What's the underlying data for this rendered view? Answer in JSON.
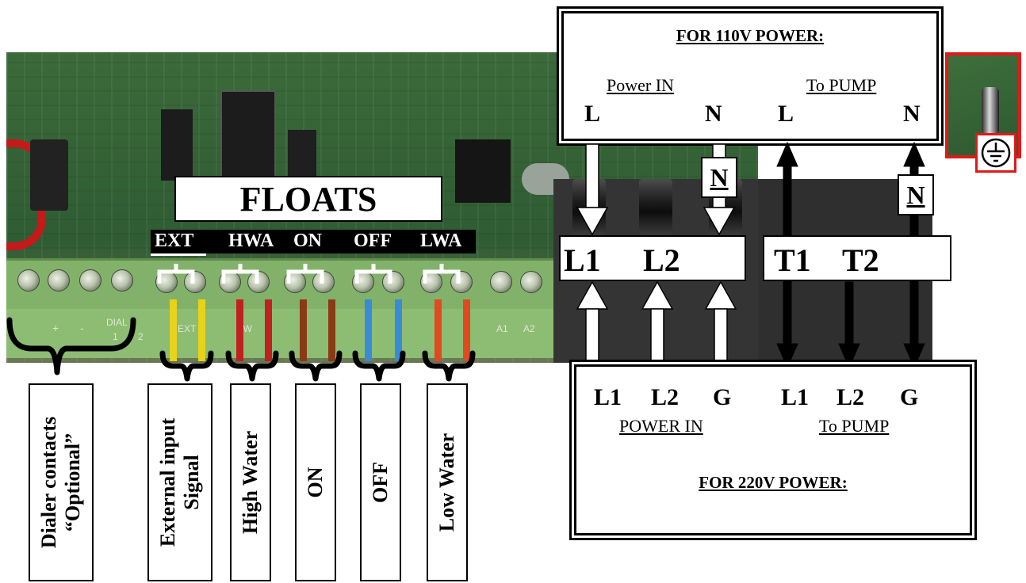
{
  "floats": {
    "title": "FLOATS",
    "terminals": [
      "EXT",
      "HWA",
      "ON",
      "OFF",
      "LWA"
    ]
  },
  "bottom_labels": {
    "dialer_line1": "Dialer contacts",
    "dialer_line2": "“Optional”",
    "ext_line1": "External input",
    "ext_line2": "Signal",
    "high_water": "High Water",
    "on": "ON",
    "off": "OFF",
    "low_water": "Low Water"
  },
  "power110": {
    "title": "FOR 110V POWER:",
    "power_in": "Power IN",
    "to_pump": "To PUMP",
    "l_in": "L",
    "n_in": "N",
    "l_pump": "L",
    "n_pump": "N"
  },
  "power220": {
    "title": "FOR 220V POWER:",
    "terms": [
      "L1",
      "L2",
      "G",
      "L1",
      "L2",
      "G"
    ],
    "power_in": "POWER IN",
    "to_pump": "To PUMP"
  },
  "contactor": {
    "left_l1": "L1",
    "left_l2": "L2",
    "right_t1": "T1",
    "right_t2": "T2",
    "n_tag_left": "N",
    "n_tag_right": "N"
  },
  "board_silkscreen": {
    "plus": "+",
    "minus": "-",
    "dial": "DIAL",
    "one": "1",
    "two": "2",
    "ext": "EXT",
    "hw": "HW",
    "a1": "A1",
    "a2": "A2"
  },
  "ground_icon": "ground-symbol-icon"
}
